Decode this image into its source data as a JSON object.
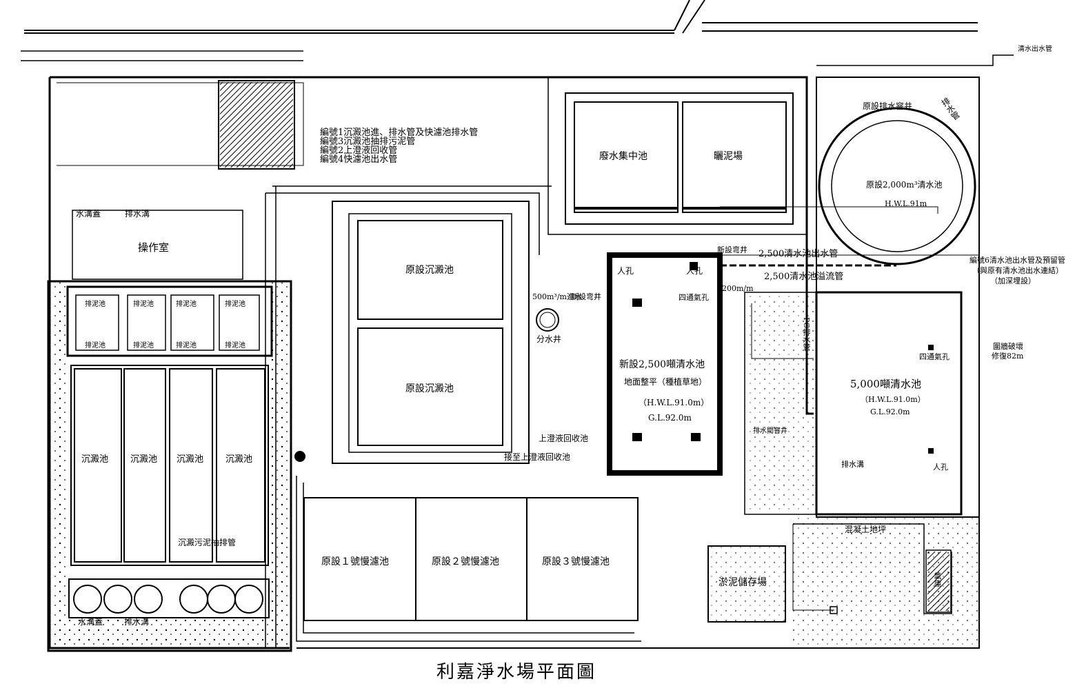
{
  "title": "利嘉淨水場平面圖",
  "legend": {
    "line1": "編號1沉澱池進、排水管及快濾池排水管",
    "line2": "編號3沉澱池抽排污泥管",
    "line3": "編號2上澄液回收管",
    "line4": "編號4快濾池出水管"
  },
  "labels": {
    "clear_water_outlet_top": "清水出水管",
    "control_room": "操作室",
    "ditch_cover_top": "水溝蓋",
    "drain_ditch_top": "排水溝",
    "sedimentation_1": "沉澱池",
    "sedimentation_2": "沉澱池",
    "sedimentation_3": "沉澱池",
    "sedimentation_4": "沉澱池",
    "sludge_pipe": "沉澱污泥抽排管",
    "ditch_cover_bottom": "水溝蓋",
    "drain_ditch_bottom": "排水溝",
    "existing_sed_1": "原設沉澱池",
    "existing_sed_2": "原設沉澱池",
    "waste_water_tank": "廢水集中池",
    "sludge_drying": "曬泥場",
    "inlet_500": "500m³/m進水",
    "new_valve_well": "新設弯井",
    "split_well": "分水井",
    "manhole_1": "人孔",
    "manhole_2": "人孔",
    "vent_4way": "四通氣孔",
    "new_clear_tank": "新設2,500噸清水池",
    "ground_grass": "地面整平（種植草地）",
    "hwl_new": "（H.W.L.91.0m）",
    "gl_new": "G.L.92.0m",
    "supernatant_recovery": "上澄液回收池",
    "connect_supernatant": "接至上澄液回收池",
    "new_valve_well_2": "新設弯井",
    "outlet_2500": "2,500清水池出水管",
    "overflow_2500": "2,500清水池溢流管",
    "pipe_200": "200m/m",
    "existing_drain_well": "原設排水窨井",
    "drain_pipe": "排水管",
    "existing_2000": "原設2,000m³清水池",
    "hwl_2000": "H.W.L.91m",
    "note_no6_1": "編號6清水池出水管及預留管",
    "note_no6_2": "（與原有清水池出水連結）",
    "note_no6_3": "（加深埋設）",
    "tank_5000": "5,000噸清水池",
    "hwl_5000": "（H.W.L.91.0m）",
    "gl_5000": "G.L.92.0m",
    "vent_5000": "四通氣孔",
    "manhole_5000": "人孔",
    "drain_ditch_5000": "排水溝",
    "fence_1": "圍牆破壞",
    "fence_2": "修復82m",
    "drain_valve_well": "排水閥窨井",
    "pc_pipe": "PC排水管",
    "concrete_floor": "混凝土地坪",
    "slow_filter_1": "原設１號慢濾池",
    "slow_filter_2": "原設２號慢濾池",
    "slow_filter_3": "原設３號慢濾池",
    "sludge_storage": "淤泥儲存場",
    "chlorine": "氯庫"
  },
  "filter_labels": [
    "排泥池",
    "排泥池",
    "排泥池",
    "排泥池",
    "排泥池",
    "排泥池",
    "排泥池",
    "排泥池"
  ]
}
